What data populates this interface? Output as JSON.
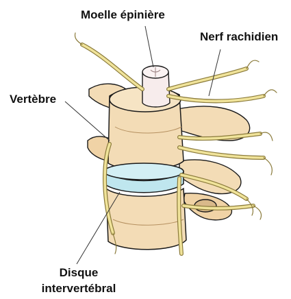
{
  "labels": {
    "moelle": "Moelle épinière",
    "nerf": "Nerf rachidien",
    "vertebre": "Vertèbre",
    "disque_line1": "Disque",
    "disque_line2": "intervertébral"
  },
  "colors": {
    "bone": "#f3dcb6",
    "bone_shadow": "#d9b98a",
    "nerve": "#f0e39a",
    "nerve_outline": "#8a7a3a",
    "disc": "#bfe6ee",
    "cord": "#f7ecec",
    "outline": "#1a1a1a",
    "leader": "#333333"
  }
}
